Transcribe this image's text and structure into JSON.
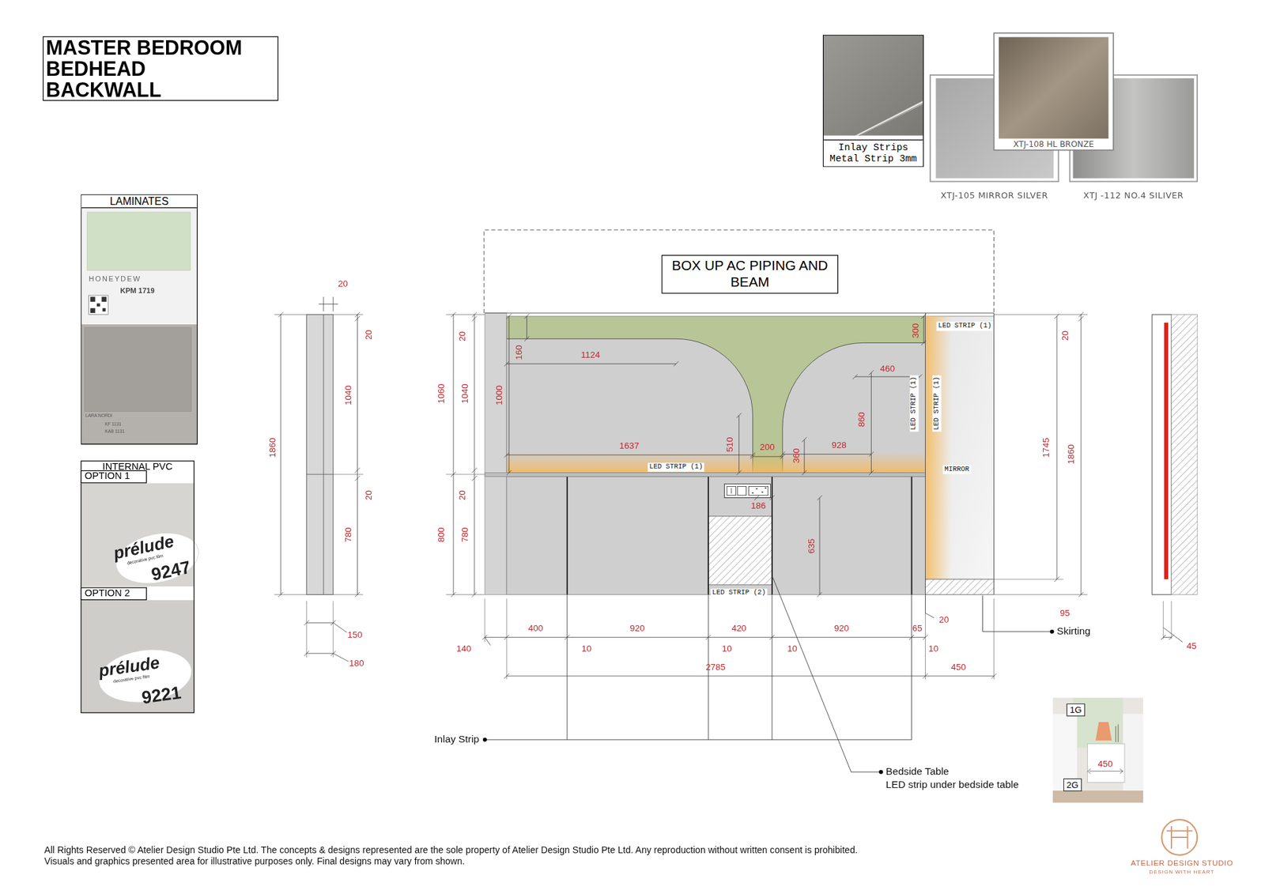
{
  "diagram": {
    "title": "MASTER BEDROOM BEDHEAD BACKWALL",
    "nodes": [
      {
        "text": [
          "LAMINATES"
        ]
      },
      {
        "text": [
          "INTERNAL PVC"
        ]
      },
      {
        "text": [
          "OPTION 1"
        ],
        "in": 1
      },
      {
        "text": [
          "OPTION 2"
        ],
        "in": 1
      },
      {
        "text": [
          "BOX UP AC PIPING AND BEAM"
        ]
      },
      {
        "text": [
          "Inlay Strips Metal Strip 3mm"
        ]
      },
      {
        "text": [
          "XTJ-105 MIRROR SILVER"
        ]
      },
      {
        "text": [
          "XTJ-108 HL BRONZE"
        ]
      },
      {
        "text": [
          "XTJ -112 NO.4 SILIVER"
        ]
      },
      {
        "text": [
          "1G"
        ]
      },
      {
        "text": [
          "2G"
        ]
      }
    ],
    "labels": [
      "20",
      "1860",
      "20",
      "1040",
      "20",
      "780",
      "150",
      "180",
      "20",
      "1060",
      "1040",
      "1000",
      "160",
      "1124",
      "1637",
      "510",
      "200",
      "360",
      "928",
      "860",
      "460",
      "300",
      "LED STRIP (1)",
      "LED STRIP (1)",
      "LED STRIP (1)",
      "LED STRIP (1)",
      "MIRROR",
      "20",
      "800",
      "780",
      "186",
      "635",
      "LED STRIP (2)",
      "20",
      "1745",
      "1860",
      "95",
      "20",
      "Skirting",
      "400",
      "920",
      "420",
      "920",
      "65",
      "140",
      "10",
      "10",
      "10",
      "10",
      "2785",
      "450",
      "Inlay Strip",
      "Bedside Table",
      "LED strip under bedside table",
      "45",
      "HONEYDEW",
      "KPM 1719",
      "LARA NORDI",
      "KF 1131",
      "KAB 1131",
      "prélude",
      "decorative pvc film",
      "9247",
      "prélude",
      "decorative pvc film",
      "9221",
      "450",
      "All Rights Reserved © Atelier Design Studio Pte Ltd. The concepts & designs represented are the sole property of Atelier Design Studio Pte Ltd. Any reproduction without written consent is prohibited.",
      "Visuals and graphics presented area for illustrative purposes only. Final designs may vary from shown.",
      "ATELIER DESIGN STUDIO",
      "DESIGN WITH HEART"
    ]
  }
}
